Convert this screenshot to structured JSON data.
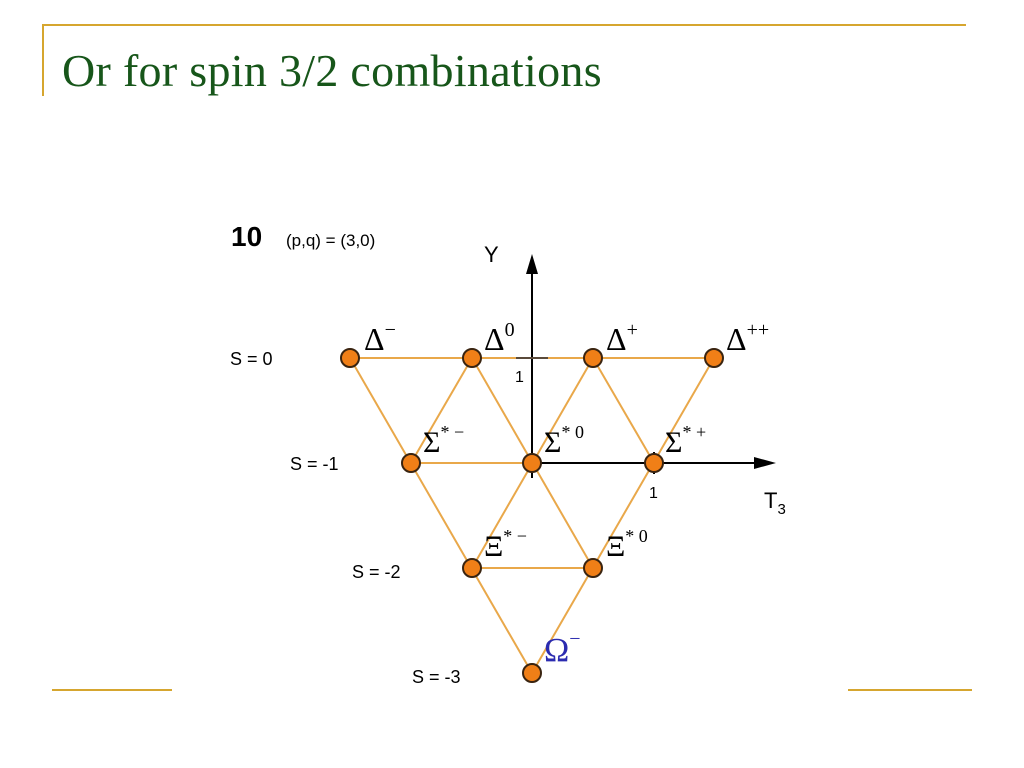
{
  "slide": {
    "title": "Or for spin 3/2 combinations"
  },
  "diagram": {
    "multiplet": {
      "number": "10",
      "pq": "(p,q) = (3,0)"
    },
    "axes": {
      "y_label": "Y",
      "x_label": "T",
      "x_label_sub": "3",
      "y_tick": "1",
      "x_tick": "1"
    },
    "strangeness_labels": [
      "S = 0",
      "S = -1",
      "S = -2",
      "S = -3"
    ],
    "particles": [
      {
        "id": "delta-minus",
        "symbol": "Δ",
        "sup": "−"
      },
      {
        "id": "delta-zero",
        "symbol": "Δ",
        "sup": "0"
      },
      {
        "id": "delta-plus",
        "symbol": "Δ",
        "sup": "+"
      },
      {
        "id": "delta-plusplus",
        "symbol": "Δ",
        "sup": "++"
      },
      {
        "id": "sigma-star-minus",
        "symbol": "Σ",
        "sup": "* −"
      },
      {
        "id": "sigma-star-zero",
        "symbol": "Σ",
        "sup": "* 0"
      },
      {
        "id": "sigma-star-plus",
        "symbol": "Σ",
        "sup": "* +"
      },
      {
        "id": "xi-star-minus",
        "symbol": "Ξ",
        "sup": "* −"
      },
      {
        "id": "xi-star-zero",
        "symbol": "Ξ",
        "sup": "* 0"
      },
      {
        "id": "omega-minus",
        "symbol": "Ω",
        "sup": "−"
      }
    ],
    "colors": {
      "node_fill": "#f07f17",
      "node_stroke": "#3a2410",
      "edge": "#e9a84a",
      "axis": "#000000",
      "omega_label": "#2b2bb0",
      "title": "#17561a",
      "accent_rule": "#d6a62f"
    }
  }
}
